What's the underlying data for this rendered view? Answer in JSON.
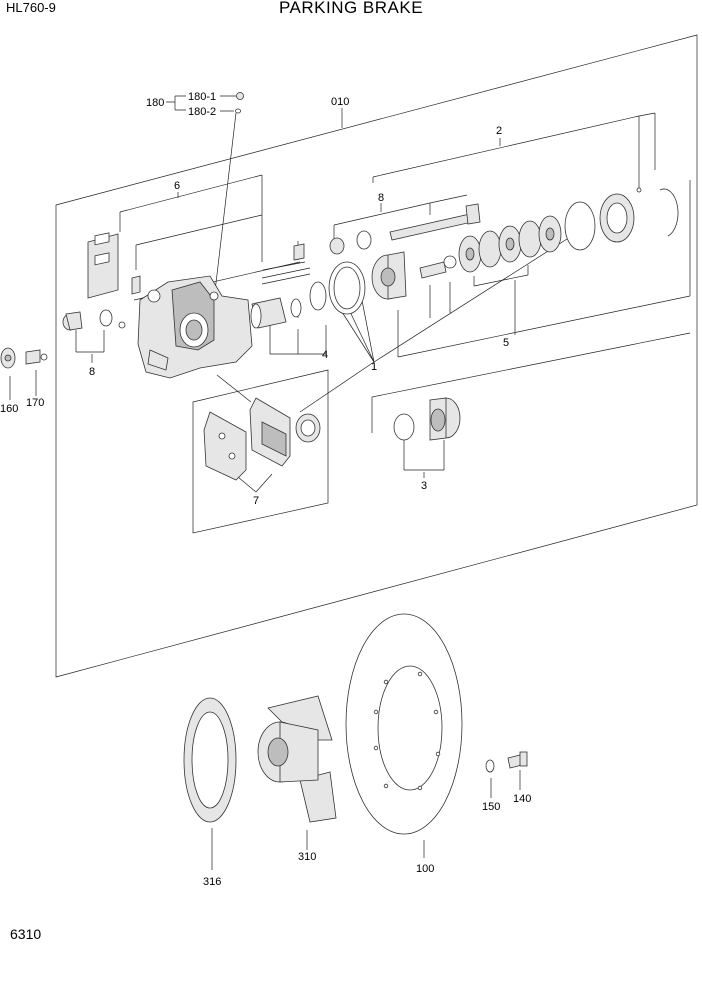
{
  "header": {
    "model": "HL760-9",
    "title": "PARKING BRAKE",
    "page_number": "6310"
  },
  "callouts": {
    "c180": "180",
    "c180_1": "180-1",
    "c180_2": "180-2",
    "c010": "010",
    "c2": "2",
    "c6": "6",
    "c8_top": "8",
    "c8_left": "8",
    "c4": "4",
    "c1": "1",
    "c5": "5",
    "c3": "3",
    "c7": "7",
    "c160": "160",
    "c170": "170",
    "c316": "316",
    "c310": "310",
    "c100": "100",
    "c150": "150",
    "c140": "140"
  }
}
